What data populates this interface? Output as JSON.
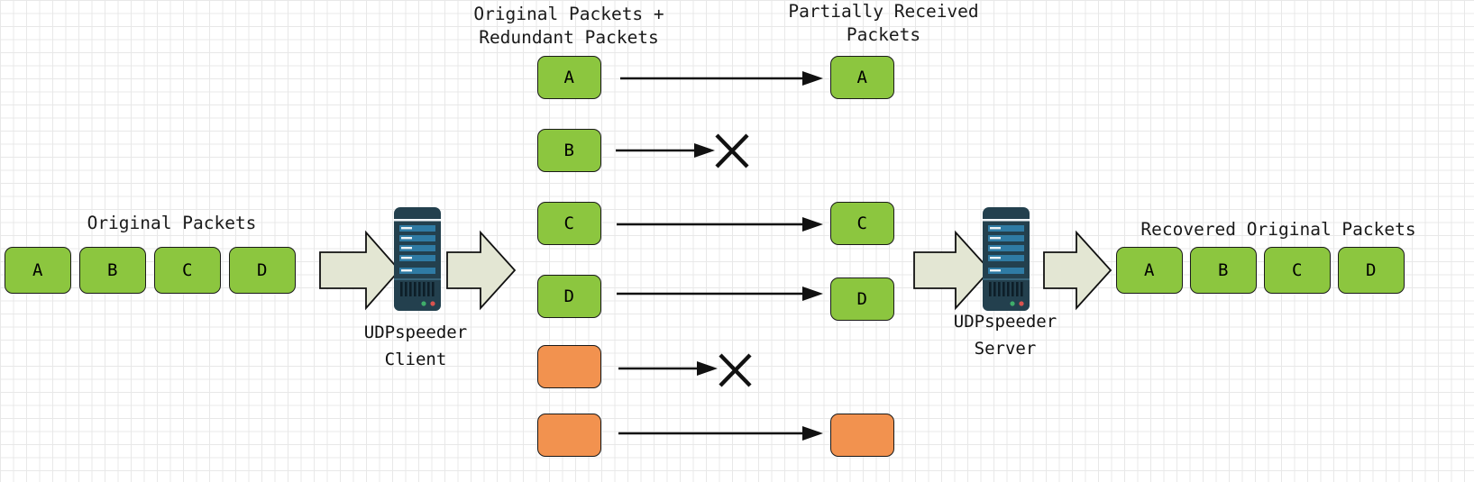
{
  "diagram": {
    "title_left": "Original Packets",
    "title_mid": "Original Packets +\nRedundant Packets",
    "title_right_recv": "Partially Received\nPackets",
    "title_recovered": "Recovered Original Packets",
    "client_label": "UDPspeeder\nClient",
    "server_label": "UDPspeeder\nServer"
  },
  "colors": {
    "green": "#8CC63F",
    "orange": "#F2924F",
    "arrow_block_fill": "#E3E6D3",
    "arrow_block_stroke": "#111111",
    "device_body": "#23404E",
    "device_bar": "#2F7BA4",
    "device_tick": "#EAF2F5",
    "led_green": "#3FAE6A",
    "led_red": "#D9534F",
    "line": "#111111",
    "grid_minor": "#e8e8e8",
    "grid_major": "#c9c9c9"
  },
  "original_packets": [
    {
      "label": "A"
    },
    {
      "label": "B"
    },
    {
      "label": "C"
    },
    {
      "label": "D"
    }
  ],
  "sent_packets": [
    {
      "label": "A",
      "type": "original",
      "delivered": true
    },
    {
      "label": "B",
      "type": "original",
      "delivered": false
    },
    {
      "label": "C",
      "type": "original",
      "delivered": true
    },
    {
      "label": "D",
      "type": "original",
      "delivered": true
    },
    {
      "label": "",
      "type": "redundant",
      "delivered": false
    },
    {
      "label": "",
      "type": "redundant",
      "delivered": true
    }
  ],
  "received_packets": [
    {
      "label": "A",
      "type": "original"
    },
    {
      "label": "C",
      "type": "original"
    },
    {
      "label": "D",
      "type": "original"
    },
    {
      "label": "",
      "type": "redundant"
    }
  ],
  "recovered_packets": [
    {
      "label": "A"
    },
    {
      "label": "B"
    },
    {
      "label": "C"
    },
    {
      "label": "D"
    }
  ]
}
